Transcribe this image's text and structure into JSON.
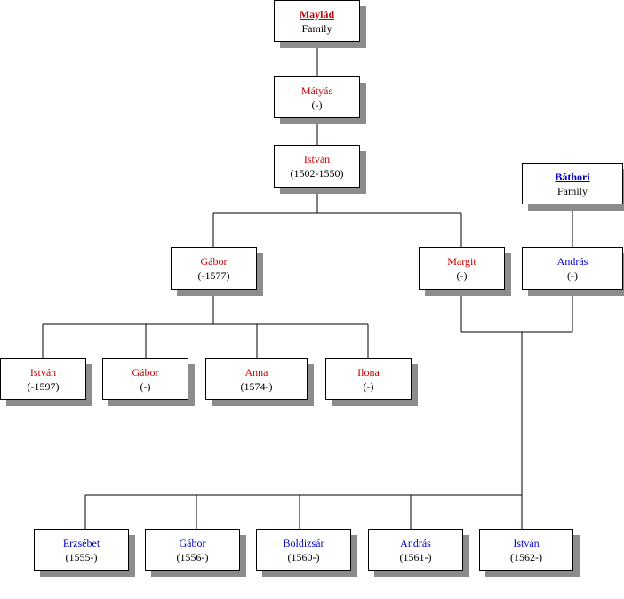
{
  "colors": {
    "maylad": "#cc0000",
    "bathori": "#0000cc",
    "text": "#000000",
    "shadow": "#8c8c8c"
  },
  "families": {
    "maylad": {
      "name": "Maylád",
      "label": "Family"
    },
    "bathori": {
      "name": "Báthori",
      "label": "Family"
    }
  },
  "people": {
    "matyas": {
      "name": "Mátyás",
      "dates": "(-)"
    },
    "istvan": {
      "name": "István",
      "dates": "(1502-1550)"
    },
    "gabor": {
      "name": "Gábor",
      "dates": "(-1577)"
    },
    "margit": {
      "name": "Margit",
      "dates": "(-)"
    },
    "andras": {
      "name": "András",
      "dates": "(-)"
    },
    "istvan2": {
      "name": "István",
      "dates": "(-1597)"
    },
    "gabor2": {
      "name": "Gábor",
      "dates": "(-)"
    },
    "anna": {
      "name": "Anna",
      "dates": "(1574-)"
    },
    "ilona": {
      "name": "Ilona",
      "dates": "(-)"
    },
    "erzsebet": {
      "name": "Erzsébet",
      "dates": "(1555-)"
    },
    "gabor3": {
      "name": "Gábor",
      "dates": "(1556-)"
    },
    "boldizsar": {
      "name": "Boldizsár",
      "dates": "(1560-)"
    },
    "andras2": {
      "name": "András",
      "dates": "(1561-)"
    },
    "istvan3": {
      "name": "István",
      "dates": "(1562-)"
    }
  }
}
